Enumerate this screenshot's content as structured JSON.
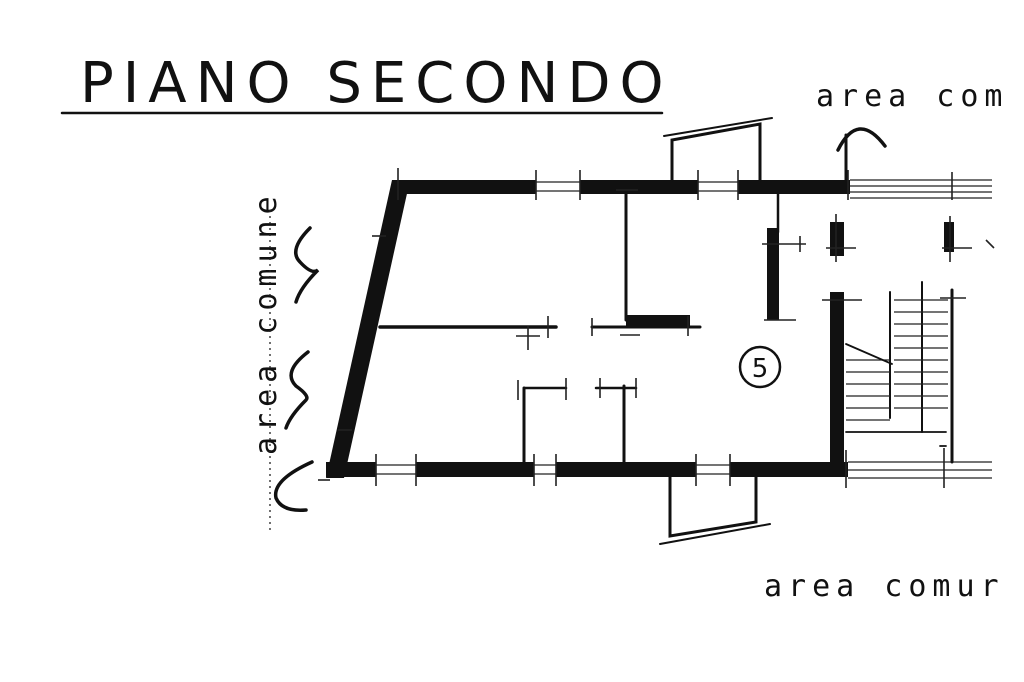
{
  "title": "PIANO SECONDO",
  "labels": {
    "top_right": "area com",
    "bottom_right": "area comur",
    "left_vertical": "area comune"
  },
  "unit": {
    "number": "5"
  },
  "colors": {
    "ink": "#111111",
    "paper": "#ffffff"
  }
}
